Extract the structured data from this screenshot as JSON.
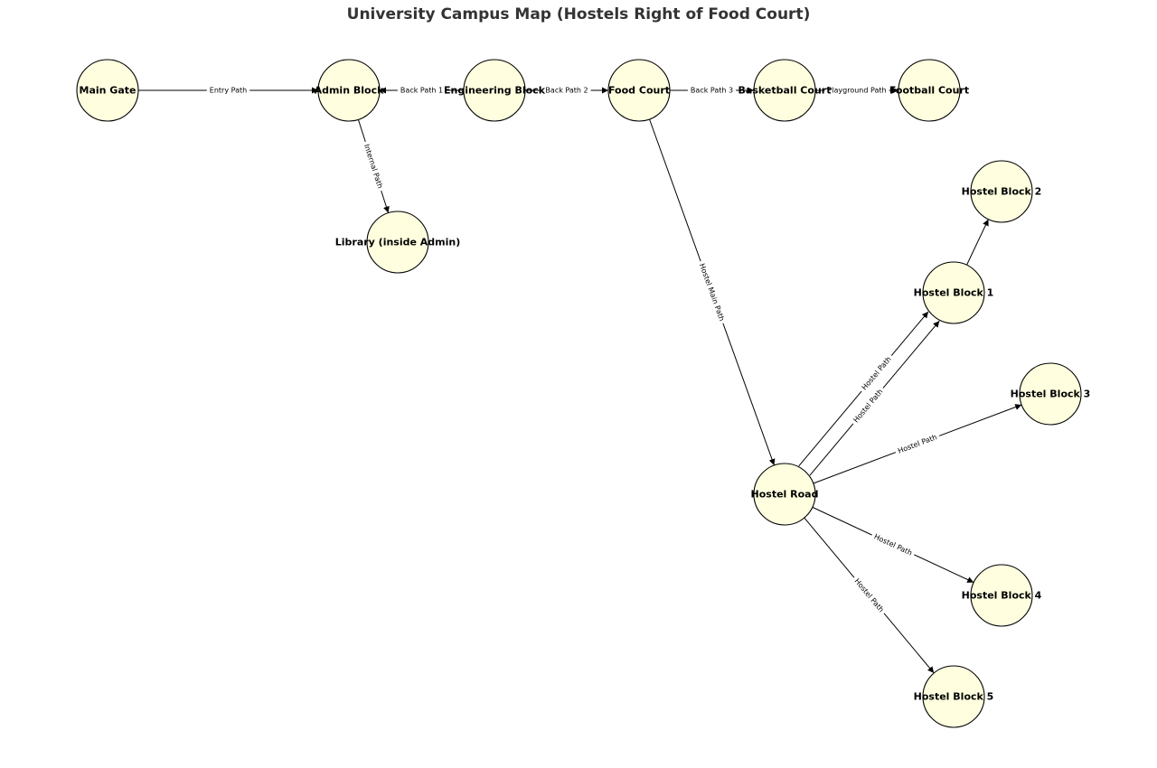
{
  "title": "University Campus Map (Hostels Right of Food Court)",
  "colors": {
    "node_fill": "#ffffe0",
    "node_stroke": "#000000",
    "edge": "#000000"
  },
  "nodes": {
    "main_gate": "Main Gate",
    "admin_block": "Admin Block",
    "engineering_block": "Engineering Block",
    "food_court": "Food Court",
    "basketball_court": "Basketball Court",
    "football_court": "Football Court",
    "library": "Library (inside Admin)",
    "hostel_road": "Hostel Road",
    "hostel_block_1": "Hostel Block 1",
    "hostel_block_2": "Hostel Block 2",
    "hostel_block_3": "Hostel Block 3",
    "hostel_block_4": "Hostel Block 4",
    "hostel_block_5": "Hostel Block 5"
  },
  "edges": [
    {
      "from": "main_gate",
      "to": "admin_block",
      "label": "Entry Path"
    },
    {
      "from": "engineering_block",
      "to": "admin_block",
      "label": "Back Path 1"
    },
    {
      "from": "engineering_block",
      "to": "food_court",
      "label": "Back Path 2"
    },
    {
      "from": "food_court",
      "to": "basketball_court",
      "label": "Back Path 3"
    },
    {
      "from": "basketball_court",
      "to": "football_court",
      "label": "Playground Path"
    },
    {
      "from": "admin_block",
      "to": "library",
      "label": "Internal Path"
    },
    {
      "from": "food_court",
      "to": "hostel_road",
      "label": "Hostel Main Path"
    },
    {
      "from": "hostel_road",
      "to": "hostel_block_1",
      "label": "Hostel Path"
    },
    {
      "from": "hostel_road",
      "to": "hostel_block_1",
      "label": "Hostel Path"
    },
    {
      "from": "hostel_block_1",
      "to": "hostel_block_2",
      "label": ""
    },
    {
      "from": "hostel_road",
      "to": "hostel_block_3",
      "label": "Hostel Path"
    },
    {
      "from": "hostel_road",
      "to": "hostel_block_4",
      "label": "Hostel Path"
    },
    {
      "from": "hostel_road",
      "to": "hostel_block_5",
      "label": "Hostel Path"
    }
  ]
}
